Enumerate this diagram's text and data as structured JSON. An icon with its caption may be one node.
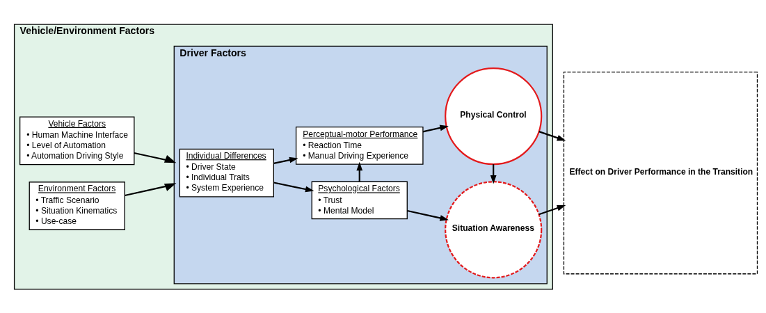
{
  "diagram": {
    "nodes": [
      {
        "text": [
          "Vehicle/Environment Factors"
        ]
      },
      {
        "text": [
          "Vehicle Factors",
          "• Human Machine Interface",
          "• Level of Automation",
          "• Automation Driving Style"
        ],
        "in": 0
      },
      {
        "text": [
          "Environment Factors",
          "• Traffic Scenario",
          "• Situation Kinematics",
          "• Use-case"
        ],
        "in": 0
      },
      {
        "text": [
          "Driver Factors"
        ],
        "in": 0
      },
      {
        "text": [
          "Individual Differences",
          "• Driver State",
          "• Individual Traits",
          "• System Experience"
        ],
        "in": 3
      },
      {
        "text": [
          "Psychological Factors",
          "• Trust",
          "• Mental Model"
        ],
        "in": 3
      },
      {
        "text": [
          "Perceptual-motor Performance",
          "• Reaction Time",
          "• Manual Driving Experience"
        ],
        "in": 3
      },
      {
        "text": [
          "Situation Awareness"
        ],
        "in": 3
      },
      {
        "text": [
          "Physical Control"
        ],
        "in": 3
      },
      {
        "text": [
          "Effect on Driver Performance in the Transition"
        ]
      }
    ],
    "edges": [
      {
        "from": 1,
        "to": 3,
        "arrow": "to"
      },
      {
        "from": 2,
        "to": 3,
        "arrow": "to"
      },
      {
        "from": 4,
        "to": 5,
        "arrow": "to"
      },
      {
        "from": 4,
        "to": 6,
        "arrow": "to"
      },
      {
        "from": 5,
        "to": 6,
        "arrow": "to"
      },
      {
        "from": 5,
        "to": 7,
        "arrow": "to"
      },
      {
        "from": 6,
        "to": 8,
        "arrow": "to"
      },
      {
        "from": 8,
        "to": 7,
        "arrow": "to"
      },
      {
        "from": 7,
        "to": 9,
        "arrow": "to"
      },
      {
        "from": 8,
        "to": 9,
        "arrow": "to"
      }
    ]
  }
}
